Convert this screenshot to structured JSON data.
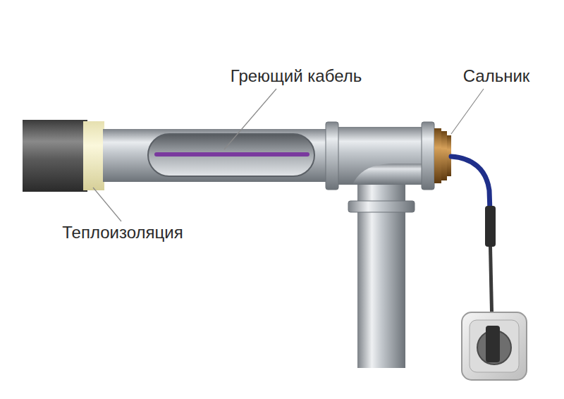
{
  "diagram": {
    "labels": [
      "Греющий кабель",
      "Сальник",
      "Теплоизоляция"
    ]
  }
}
